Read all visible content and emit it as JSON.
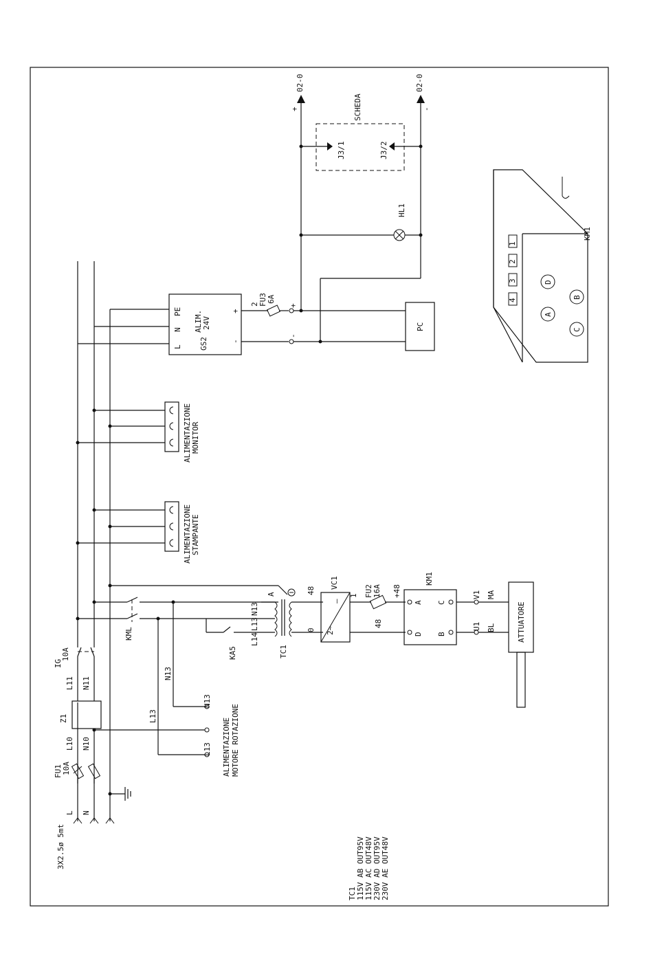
{
  "diagram": {
    "cable": "3X2.5ø 5mt",
    "mains": {
      "l": "L",
      "n": "N"
    },
    "fu1": {
      "name": "FU1",
      "rating": "10A"
    },
    "z1": "Z1",
    "ig": {
      "name": "IG",
      "rating": "10A"
    },
    "wires": {
      "l10": "L10",
      "n10": "N10",
      "l11": "L11",
      "n11": "N11",
      "l13": "L13",
      "n13": "N13",
      "l14": "L14",
      "ma": "MA",
      "bl": "BL"
    },
    "kml": "KML",
    "ka5": "KA5",
    "tc1": {
      "name": "TC1",
      "tap_a": "A",
      "pe_sym": "⏚"
    },
    "motor_supply": {
      "line1": "ALIMENTAZIONE",
      "line2": "MOTORE ROTAZIONE",
      "t1": "L13",
      "t2": "N13"
    },
    "printer_supply": {
      "line1": "ALIMENTAZIONE",
      "line2": "STAMPANTE"
    },
    "monitor_supply": {
      "line1": "ALIMENTAZIONE",
      "line2": "MONITOR"
    },
    "gs2": {
      "name": "GS2",
      "l": "L",
      "n": "N",
      "pe": "PE",
      "line1": "ALIM.",
      "line2": "24V",
      "minus": "-",
      "plus": "+"
    },
    "fu3": {
      "name": "FU3",
      "rating": "6A",
      "num": "2"
    },
    "pc": "PC",
    "hl1": "HL1",
    "scheda": {
      "name": "SCHEDA",
      "j1": "J3/1",
      "j2": "J3/2"
    },
    "outputs": {
      "ref1": "02-0",
      "ref2": "02-0",
      "plus": "+",
      "minus": "-"
    },
    "vc1": {
      "name": "VC1",
      "in0": "0",
      "in48": "48",
      "out1": "1",
      "out48": "48",
      "ac": "2~",
      "dc": "—"
    },
    "fu2": {
      "name": "FU2",
      "rating": "16A",
      "v": "+48"
    },
    "km1_block": {
      "name": "KM1",
      "a": "A",
      "b": "B",
      "c": "C",
      "d": "D",
      "u1": "U1",
      "v1": "V1",
      "in48": "48"
    },
    "actuator": "ATTUATORE",
    "km1_drawing": {
      "name": "KM1",
      "t1": "1",
      "t2": "2",
      "t3": "3",
      "t4": "4",
      "a": "A",
      "b": "B",
      "c": "C",
      "d": "D"
    },
    "tc1_table": [
      "TC1",
      "115V AB OUT95V",
      "115V AC OUT48V",
      "230V AD OUT95V",
      "230V AE OUT48V"
    ]
  }
}
